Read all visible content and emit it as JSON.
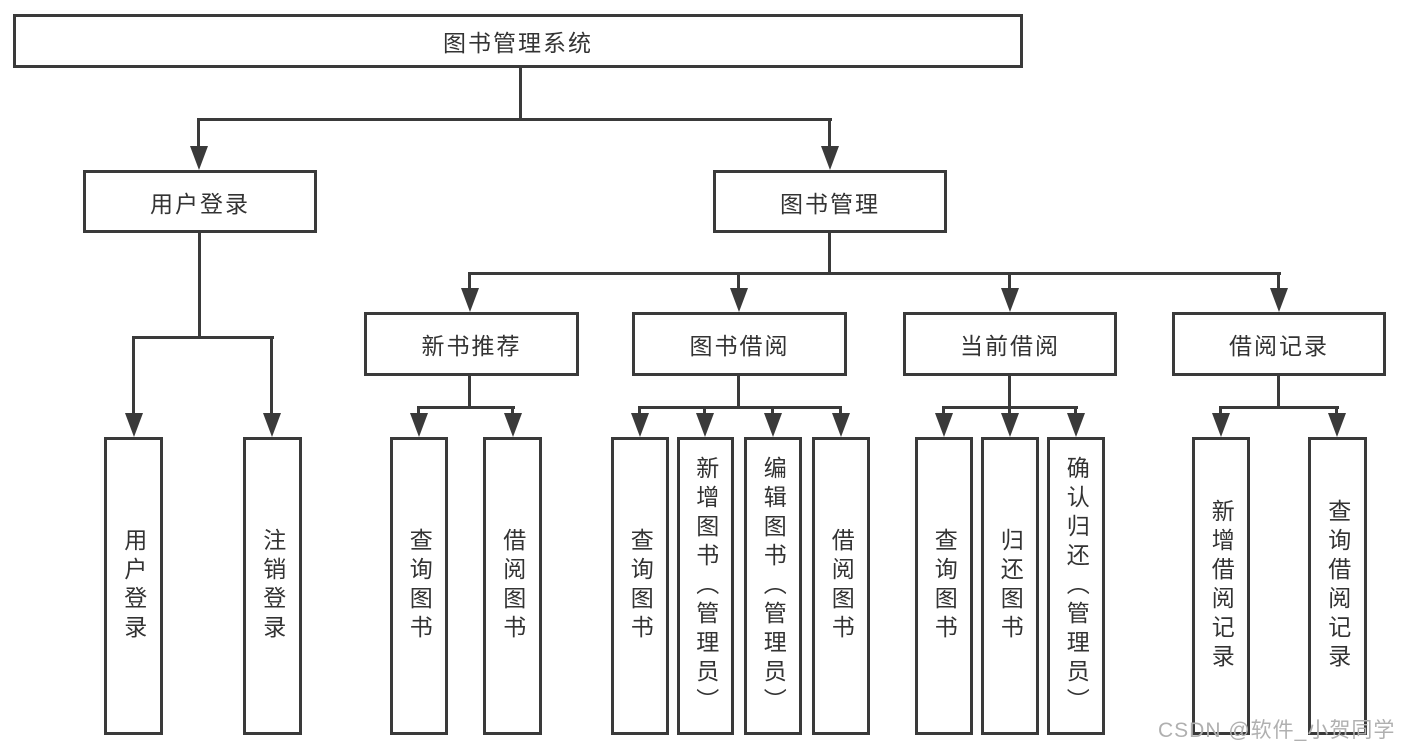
{
  "tree": {
    "root": {
      "label": "图书管理系统"
    },
    "login": {
      "label": "用户登录",
      "children": [
        {
          "label": "用户登录"
        },
        {
          "label": "注销登录"
        }
      ]
    },
    "management": {
      "label": "图书管理",
      "groups": [
        {
          "label": "新书推荐",
          "children": [
            {
              "label": "查询图书"
            },
            {
              "label": "借阅图书"
            }
          ]
        },
        {
          "label": "图书借阅",
          "children": [
            {
              "label": "查询图书"
            },
            {
              "label": "新增图书（管理员）"
            },
            {
              "label": "编辑图书（管理员）"
            },
            {
              "label": "借阅图书"
            }
          ]
        },
        {
          "label": "当前借阅",
          "children": [
            {
              "label": "查询图书"
            },
            {
              "label": "归还图书"
            },
            {
              "label": "确认归还（管理员）"
            }
          ]
        },
        {
          "label": "借阅记录",
          "children": [
            {
              "label": "新增借阅记录"
            },
            {
              "label": "查询借阅记录"
            }
          ]
        }
      ]
    }
  },
  "watermark": {
    "text": "CSDN @软件_小贺同学"
  },
  "colors": {
    "line": "#3a3a3a",
    "text": "#333333",
    "watermark": "#b0b0b0",
    "background": "#ffffff"
  }
}
